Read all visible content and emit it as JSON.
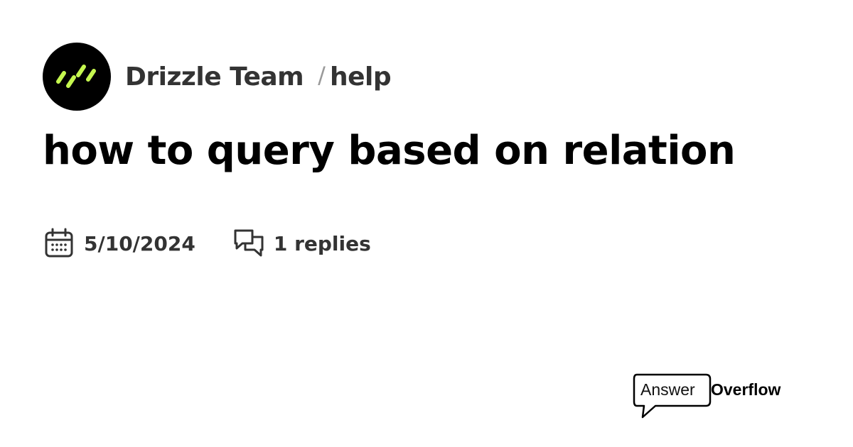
{
  "header": {
    "server_name": "Drizzle Team",
    "separator": "/",
    "channel_name": "help",
    "logo_icon": "drizzle-logo-icon",
    "logo_accent": "#C5F74F"
  },
  "post": {
    "title": "how to query based on relation",
    "date": "5/10/2024",
    "date_icon": "calendar-icon",
    "replies": "1 replies",
    "replies_icon": "chat-bubbles-icon"
  },
  "brand": {
    "answer": "Answer",
    "overflow": "Overflow",
    "logo_icon": "answer-overflow-bubble-icon"
  }
}
